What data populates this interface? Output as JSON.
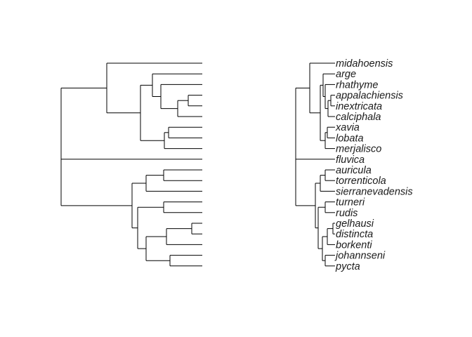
{
  "figure": {
    "type": "tanglegram",
    "line_color": "#000000",
    "label_color": "#1a1a1a",
    "background": "#ffffff"
  },
  "left_tree": {
    "orientation": "root-left",
    "tip_labels_shown": false,
    "tip_count": 20
  },
  "right_tree": {
    "orientation": "root-left",
    "tip_labels_shown": true,
    "labels": [
      "midahoensis",
      "arge",
      "rhathyme",
      "appalachiensis",
      "inextricata",
      "calciphala",
      "xavia",
      "lobata",
      "merjalisco",
      "fluvica",
      "auricula",
      "torrenticola",
      "sierranevadensis",
      "turneri",
      "rudis",
      "gelhausi",
      "distincta",
      "borkenti",
      "johannseni",
      "pycta"
    ]
  }
}
